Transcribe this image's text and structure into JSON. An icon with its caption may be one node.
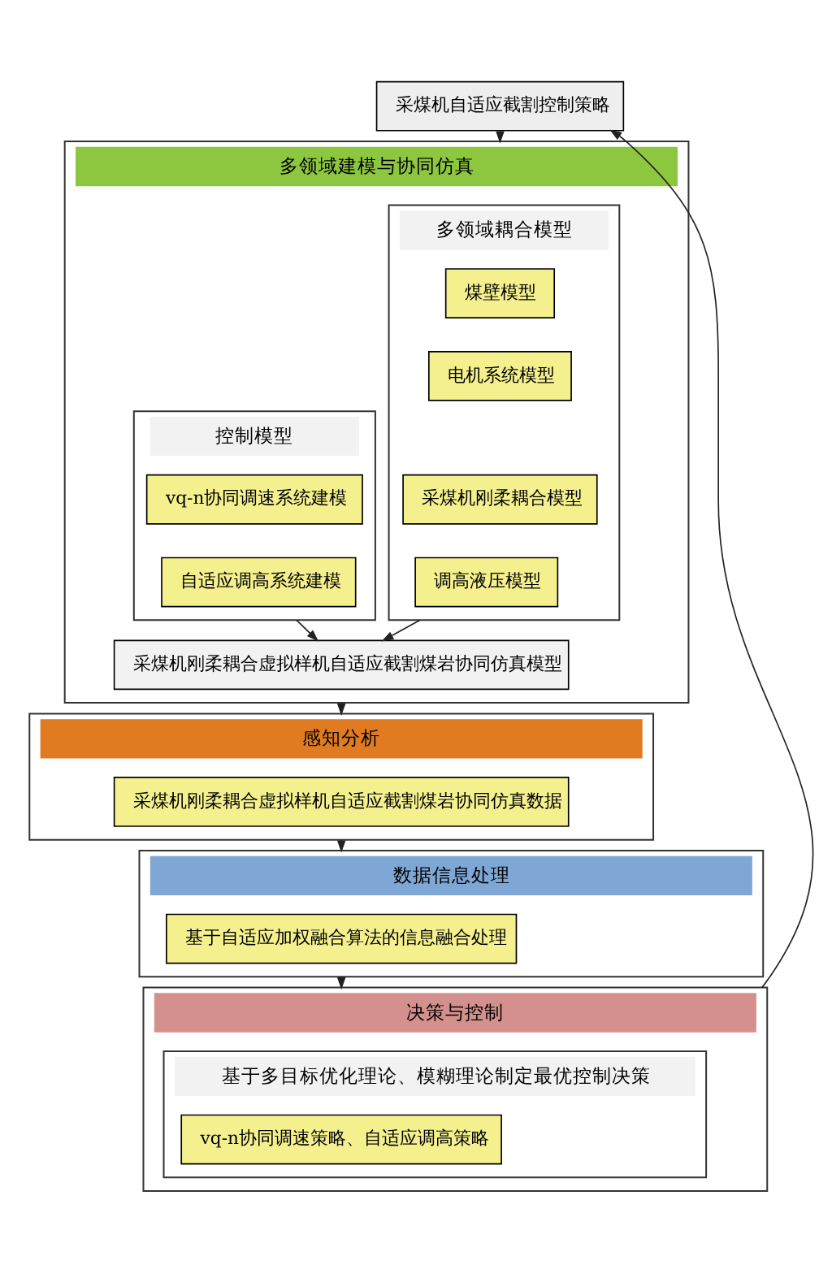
{
  "diagram": {
    "nodes": [
      {
        "text": [
          "采煤机自适应截割控制策略"
        ]
      },
      {
        "text": [
          "多领域建模与协同仿真"
        ]
      },
      {
        "text": [
          "多领域耦合模型"
        ],
        "in": 1
      },
      {
        "text": [
          "煤壁模型"
        ],
        "in": 2
      },
      {
        "text": [
          "电机系统模型"
        ],
        "in": 2
      },
      {
        "text": [
          "采煤机刚柔耦合模型"
        ],
        "in": 2
      },
      {
        "text": [
          "调高液压模型"
        ],
        "in": 2
      },
      {
        "text": [
          "控制模型"
        ],
        "in": 1
      },
      {
        "text": [
          "vq-n协同调速系统建模"
        ],
        "in": 7
      },
      {
        "text": [
          "自适应调高系统建模"
        ],
        "in": 7
      },
      {
        "text": [
          "采煤机刚柔耦合虚拟样机自适应截割煤岩协同仿真模型"
        ],
        "in": 1
      },
      {
        "text": [
          "感知分析"
        ]
      },
      {
        "text": [
          "采煤机刚柔耦合虚拟样机自适应截割煤岩协同仿真数据"
        ],
        "in": 11
      },
      {
        "text": [
          "数据信息处理"
        ]
      },
      {
        "text": [
          "基于自适应加权融合算法的信息融合处理"
        ],
        "in": 13
      },
      {
        "text": [
          "决策与控制"
        ]
      },
      {
        "text": [
          "基于多目标优化理论、模糊理论制定最优控制决策"
        ],
        "in": 15
      },
      {
        "text": [
          "vq-n协同调速策略、自适应调高策略"
        ],
        "in": 16
      }
    ],
    "edges": [
      {
        "from": 0,
        "to": 1,
        "arrow": "to"
      },
      {
        "from": 2,
        "to": 10,
        "arrow": "to"
      },
      {
        "from": 7,
        "to": 10,
        "arrow": "to"
      },
      {
        "from": 1,
        "to": 11,
        "arrow": "to"
      },
      {
        "from": 11,
        "to": 13,
        "arrow": "to"
      },
      {
        "from": 13,
        "to": 15,
        "arrow": "to"
      },
      {
        "from": 15,
        "to": 0,
        "arrow": "to"
      }
    ]
  }
}
